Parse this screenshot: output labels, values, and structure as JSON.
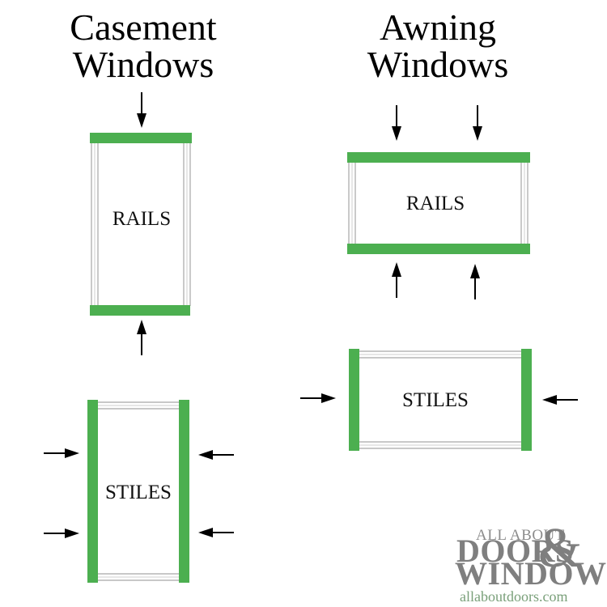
{
  "headings": {
    "casement_line1": "Casement",
    "casement_line2": "Windows",
    "awning_line1": "Awning",
    "awning_line2": "Windows"
  },
  "labels": {
    "casement_rails": "RAILS",
    "casement_stiles": "STILES",
    "awning_rails": "RAILS",
    "awning_stiles": "STILES"
  },
  "logo": {
    "line1": "ALL ABOUT",
    "line2": "DOORS",
    "ampersand": "&",
    "line3": "WINDOWS",
    "url": "allaboutdoors.com"
  },
  "colors": {
    "highlight_green": "#4caf50",
    "frame_gray": "#a6a6a6",
    "arrow_black": "#000000",
    "logo_gray": "#7f7f7f",
    "logo_url_green": "#7aa07a"
  }
}
